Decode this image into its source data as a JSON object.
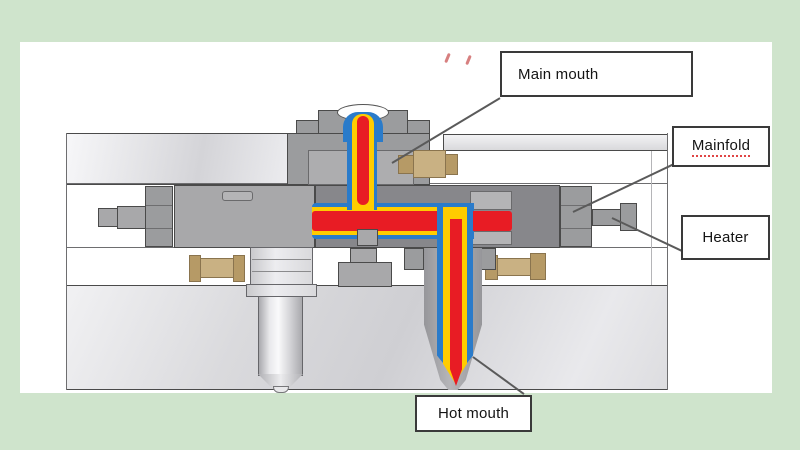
{
  "callouts": {
    "main_mouth": "Main mouth",
    "mainfold": "Mainfold",
    "heater": "Heater",
    "hot_mouth": "Hot mouth"
  },
  "colors": {
    "frame_green": "#cfe4cc",
    "panel": "#ffffff",
    "melt_red": "#e81c24",
    "melt_yellow": "#ffcc00",
    "melt_blue": "#2a7bca",
    "bushing_tan": "#c9b183",
    "bushing_tan_dark": "#b69a66",
    "steel_light": "#a8a8aa",
    "steel_dark": "#87878b",
    "outline": "#4a4a4a",
    "leader": "#5a5a5a",
    "tick_marks": "#d06a6a"
  }
}
